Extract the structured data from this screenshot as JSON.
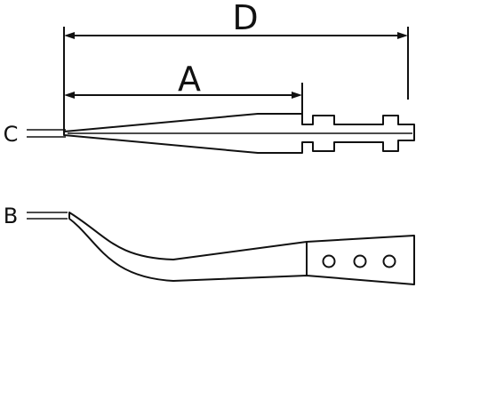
{
  "labels": {
    "d": "D",
    "a": "A",
    "c": "C",
    "b": "B"
  },
  "colors": {
    "line": "#111111",
    "background": "#ffffff"
  }
}
